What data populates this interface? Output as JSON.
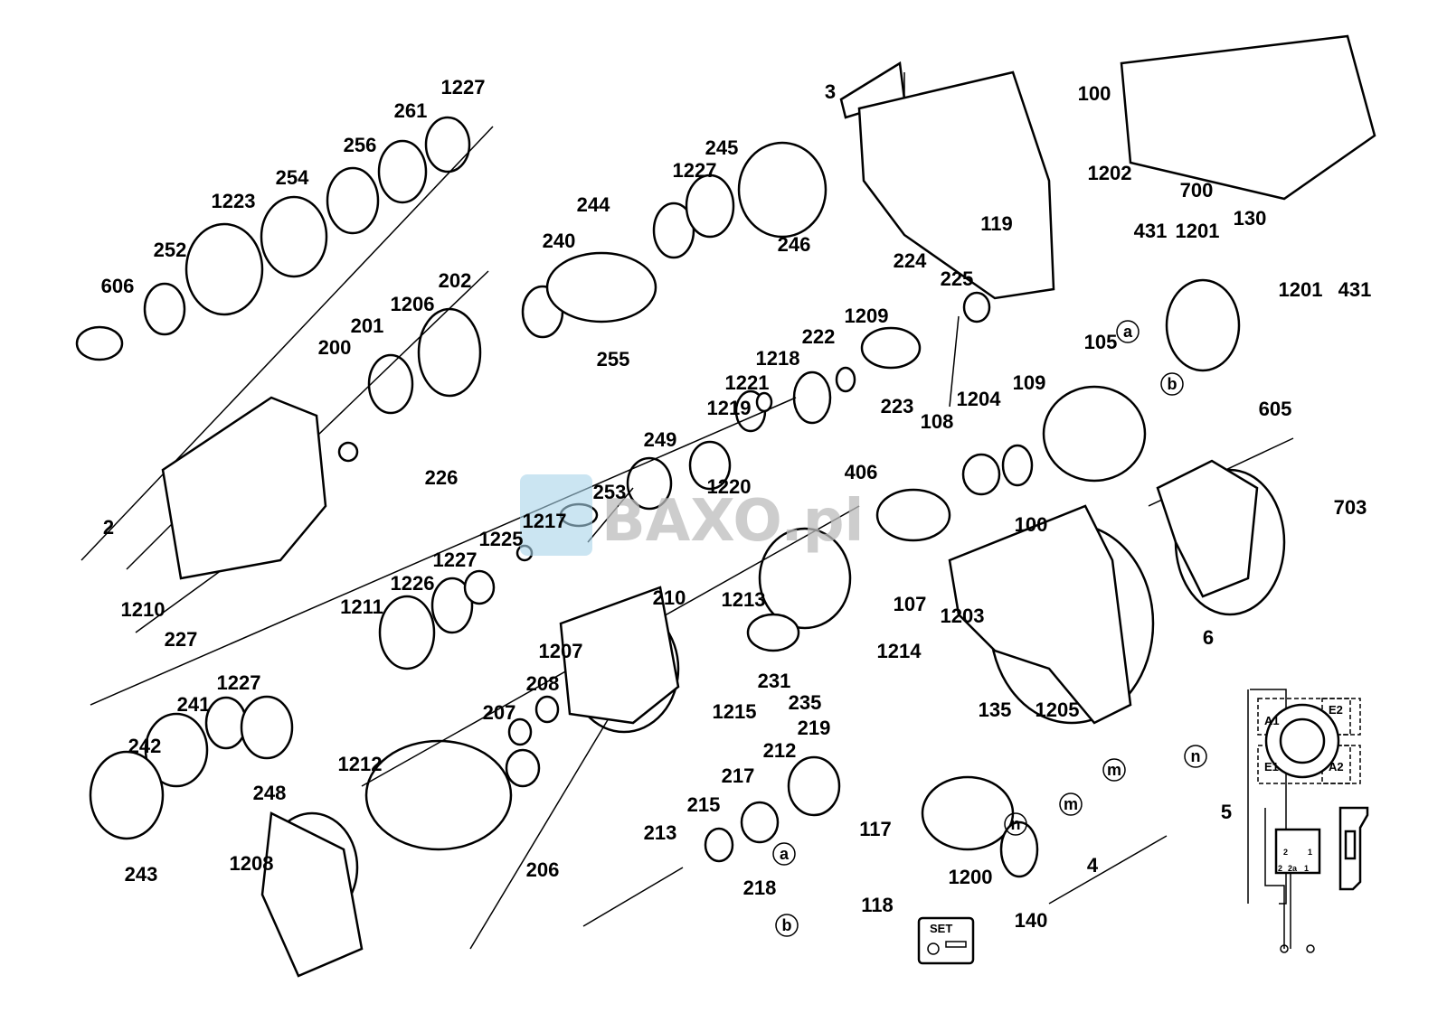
{
  "diagram": {
    "type": "exploded parts diagram",
    "watermark": "BAXO.pl",
    "callouts": [
      "3",
      "100",
      "1227",
      "261",
      "256",
      "254",
      "1223",
      "252",
      "606",
      "245",
      "1227",
      "244",
      "240",
      "246",
      "1202",
      "700",
      "431",
      "1201",
      "130",
      "119",
      "224",
      "225",
      "202",
      "1206",
      "201",
      "200",
      "255",
      "1201",
      "431",
      "1209",
      "222",
      "1218",
      "1221",
      "223",
      "105",
      "1204",
      "109",
      "1219",
      "605",
      "249",
      "108",
      "226",
      "406",
      "253",
      "1217",
      "1220",
      "703",
      "2",
      "100",
      "1225",
      "1227",
      "1226",
      "1211",
      "210",
      "1213",
      "107",
      "1203",
      "1210",
      "227",
      "1214",
      "6",
      "1207",
      "1227",
      "231",
      "208",
      "235",
      "1215",
      "241",
      "207",
      "135",
      "1205",
      "219",
      "242",
      "212",
      "1212",
      "248",
      "5",
      "217",
      "215",
      "117",
      "1208",
      "206",
      "213",
      "218",
      "243",
      "1200",
      "4",
      "118",
      "140"
    ],
    "connector_markers": [
      "a",
      "b",
      "m",
      "n",
      "m",
      "n",
      "a",
      "b"
    ],
    "set_label": "SET",
    "wiring": {
      "field_labels": [
        "A1",
        "E2",
        "E1",
        "A2"
      ],
      "switch_terminals": [
        "2",
        "2a",
        "1",
        "2",
        "1"
      ]
    }
  }
}
